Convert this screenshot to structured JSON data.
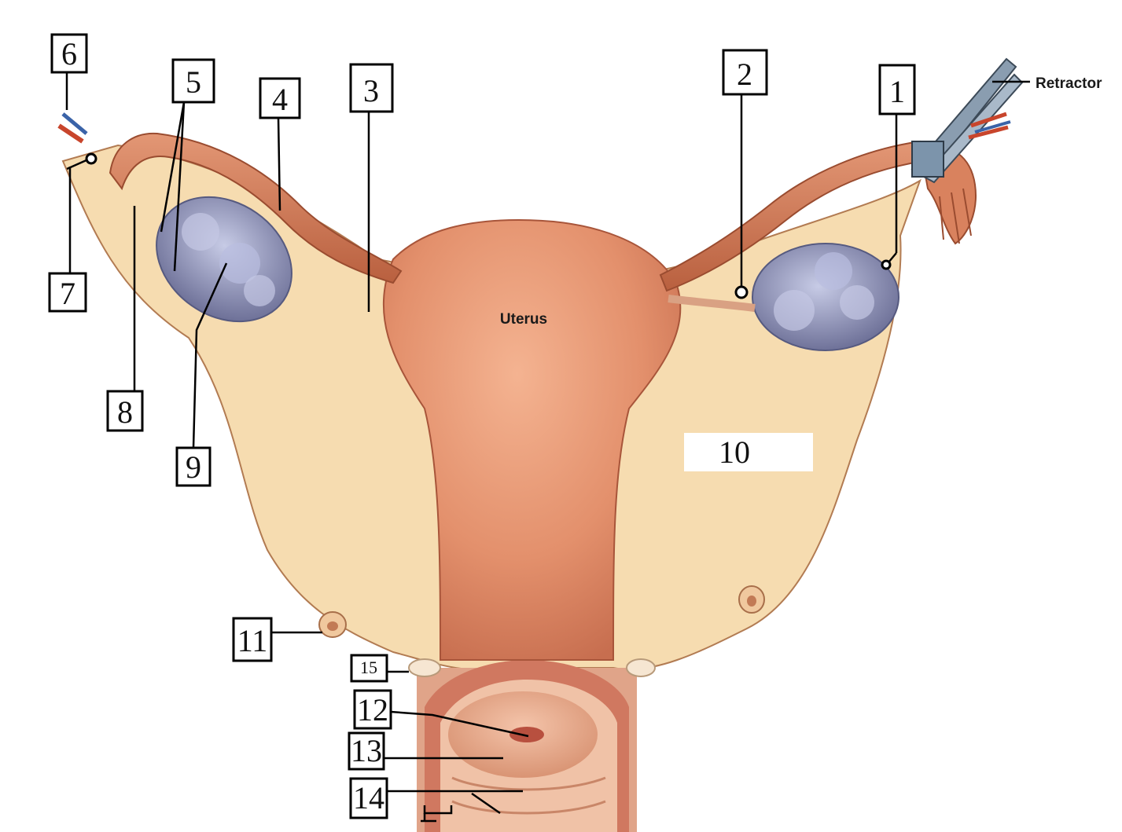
{
  "labels": {
    "n1": "1",
    "n2": "2",
    "n3": "3",
    "n4": "4",
    "n5": "5",
    "n6": "6",
    "n7": "7",
    "n8": "8",
    "n9": "9",
    "n10": "10",
    "n11": "11",
    "n12": "12",
    "n13": "13",
    "n14": "14",
    "n15": "15"
  },
  "text": {
    "uterus": "Uterus",
    "retractor": "Retractor"
  }
}
